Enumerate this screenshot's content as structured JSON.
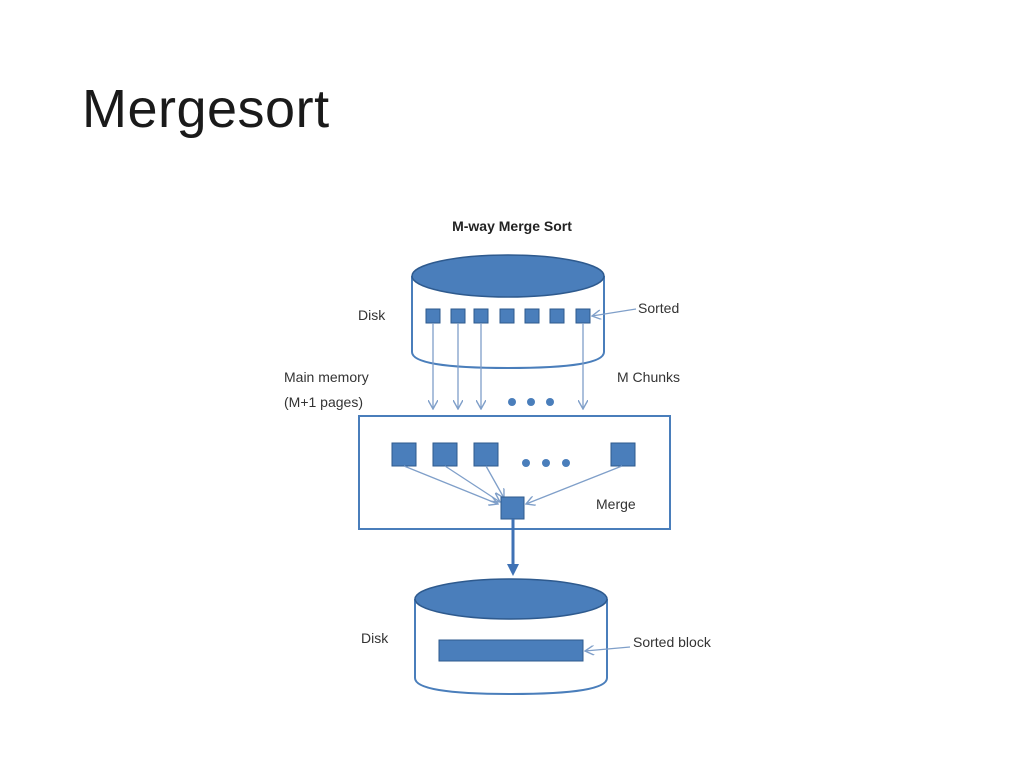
{
  "slide": {
    "title": "Mergesort"
  },
  "diagram": {
    "title": "M-way Merge Sort",
    "labels": {
      "disk_top": "Disk",
      "sorted": "Sorted",
      "main_memory_line1": "Main memory",
      "main_memory_line2": "(M+1 pages)",
      "m_chunks": "M Chunks",
      "merge": "Merge",
      "disk_bottom": "Disk",
      "sorted_block": "Sorted block"
    },
    "colors": {
      "fill": "#4a7ebb",
      "stroke": "#2e5a8e",
      "arrow": "#7f9fc9",
      "bold_arrow": "#3f72b5"
    }
  }
}
